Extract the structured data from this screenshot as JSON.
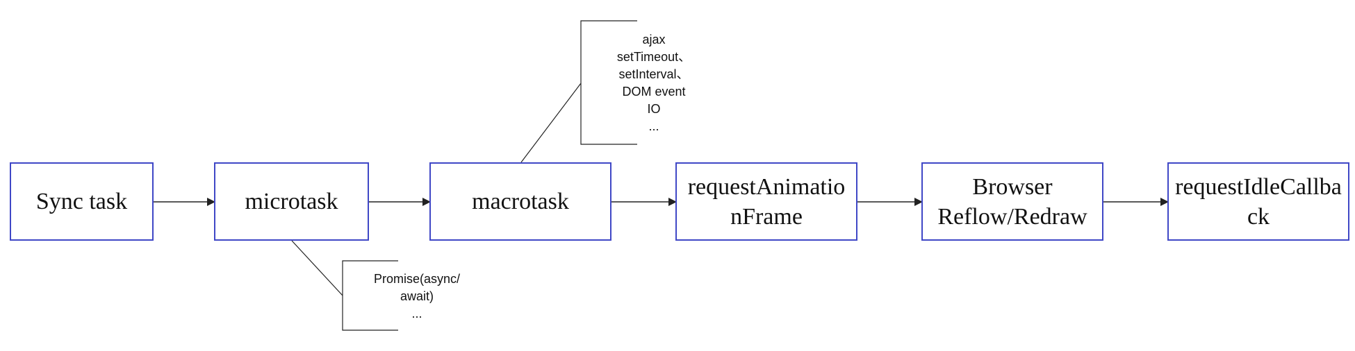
{
  "nodes": [
    {
      "id": "sync",
      "label": "Sync task"
    },
    {
      "id": "micro",
      "label": "microtask"
    },
    {
      "id": "macro",
      "label": "macrotask"
    },
    {
      "id": "raf",
      "label": "requestAnimationFrame"
    },
    {
      "id": "reflow",
      "label": "Browser Reflow/Redraw"
    },
    {
      "id": "ric",
      "label": "requestIdleCallback"
    }
  ],
  "notes": {
    "macrotask": [
      "ajax",
      "setTimeout、",
      "setInterval、",
      "DOM event",
      "IO",
      "..."
    ],
    "microtask": [
      "Promise(async/",
      "await)",
      "..."
    ]
  },
  "colors": {
    "box_border": "#3f47c6",
    "line": "#222222",
    "text": "#111111"
  }
}
